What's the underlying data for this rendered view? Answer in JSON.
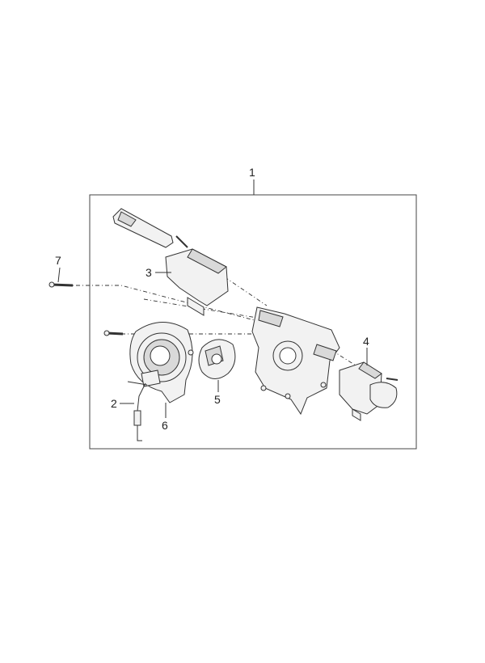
{
  "callouts": {
    "p1": "1",
    "p2": "2",
    "p3": "3",
    "p4": "4",
    "p5": "5",
    "p6": "6",
    "p7": "7"
  },
  "colors": {
    "line": "#333333",
    "fill": "#f2f2f2",
    "background": "#ffffff"
  }
}
